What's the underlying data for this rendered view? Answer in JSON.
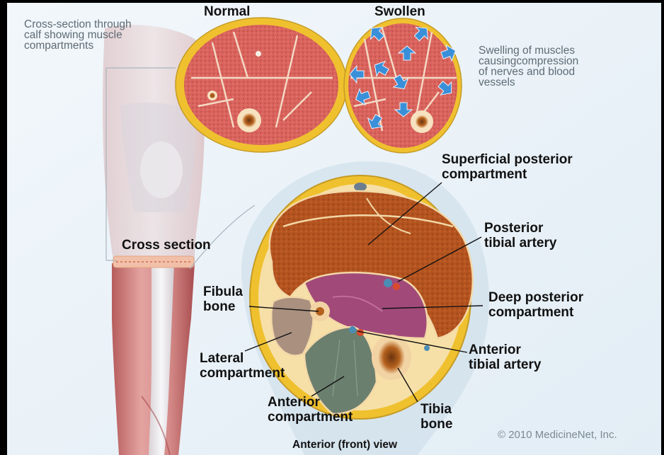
{
  "header": {
    "normal": "Normal",
    "swollen": "Swollen",
    "calf_note": [
      "Cross-section through",
      "calf showing muscle",
      "compartments"
    ],
    "swelling_note": [
      "Swelling of muscles",
      "causingcompression",
      "of nerves and blood",
      "vessels"
    ]
  },
  "labels": {
    "cross_section": "Cross section",
    "superficial_posterior": [
      "Superficial posterior",
      "compartment"
    ],
    "posterior_tibial_artery": [
      "Posterior",
      "tibial artery"
    ],
    "deep_posterior": [
      "Deep posterior",
      "compartment"
    ],
    "fibula_bone": [
      "Fibula",
      "bone"
    ],
    "lateral": [
      "Lateral",
      "compartment"
    ],
    "anterior_tibial_artery": [
      "Anterior",
      "tibial artery"
    ],
    "anterior": [
      "Anterior",
      "compartment"
    ],
    "tibia_bone": [
      "Tibia",
      "bone"
    ]
  },
  "footer": {
    "view": "Anterior (front) view",
    "copyright": "© 2010 MedicineNet, Inc."
  },
  "colors": {
    "background": "#ebf3f9",
    "frame": "#000000",
    "fat_layer": "#f0c12f",
    "muscle_small": "#d9645d",
    "superficial": "#b45420",
    "deep_posterior": "#a14a7a",
    "lateral": "#a9907f",
    "anterior": "#6b7f6e",
    "swelling_arrow": "#3a8fd9"
  }
}
